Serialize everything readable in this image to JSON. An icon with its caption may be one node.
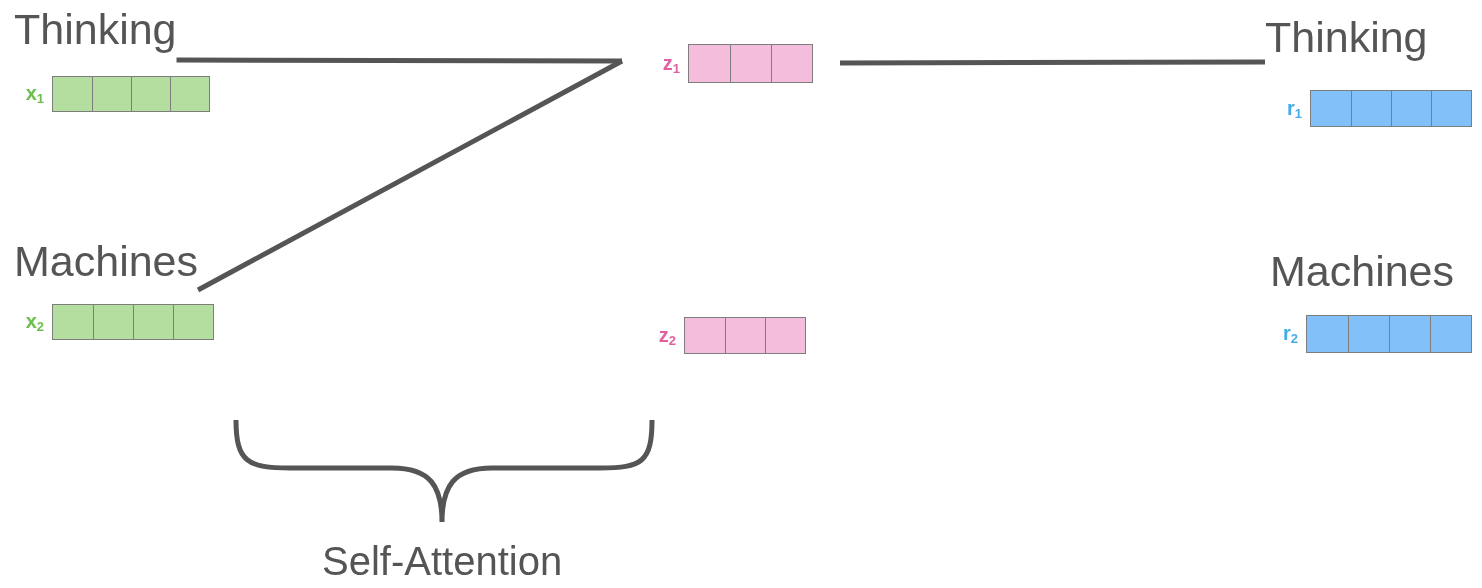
{
  "diagram": {
    "nodes": [
      {
        "text": [
          "Thinking"
        ]
      },
      {
        "text": [
          "z$_{1}$"
        ]
      },
      {
        "text": [
          "Thinking"
        ]
      },
      {
        "text": [
          "x$_{1}$"
        ]
      },
      {
        "text": [
          "r$_{1}$"
        ]
      },
      {
        "text": [
          "Machines"
        ]
      },
      {
        "text": [
          "z$_{2}$"
        ]
      },
      {
        "text": [
          "Machines"
        ]
      },
      {
        "text": [
          "x$_{2}$"
        ]
      },
      {
        "text": [
          "r$_{2}$"
        ]
      }
    ],
    "edges": [
      {
        "from": 0,
        "to": 1,
        "arrow": "none"
      },
      {
        "from": 5,
        "to": 1,
        "arrow": "none"
      },
      {
        "from": 1,
        "to": 2,
        "arrow": "none"
      }
    ],
    "labels": [
      "Self-Attention"
    ]
  }
}
